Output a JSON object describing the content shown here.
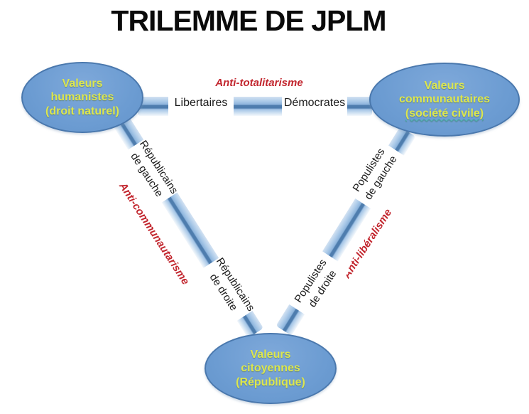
{
  "title": "TRILEMME DE JPLM",
  "nodes": {
    "humanistes": {
      "line1": "Valeurs",
      "line2": "humanistes",
      "line3": "(droit naturel)"
    },
    "communautaires": {
      "line1": "Valeurs",
      "line2": "communautaires",
      "line3": "(société civile)"
    },
    "citoyennes": {
      "line1": "Valeurs",
      "line2": "citoyennes",
      "line3": "(République)"
    }
  },
  "edge_labels": {
    "libertaires": "Libertaires",
    "democrates": "Démocrates",
    "rep_gauche_1": "Républicains",
    "rep_gauche_2": "de gauche",
    "rep_droite_1": "Républicains",
    "rep_droite_2": "de droite",
    "pop_gauche_1": "Populistes",
    "pop_gauche_2": "de gauche",
    "pop_droite_1": "Populistes",
    "pop_droite_2": "de droite"
  },
  "tensions": {
    "top": "Anti-totalitarisme",
    "left": "Anti-communautarisme",
    "right": "Anti-libéralisme"
  },
  "colors": {
    "title-text": "#0a0a0a",
    "node-fill": "#6c9cd2",
    "node-fill-light": "#7fa9da",
    "node-border": "#4a78ad",
    "node-text": "#dce64f",
    "label-text": "#1a1a1a",
    "tension-text": "#c2262e",
    "band-stripe": "#4e7dae"
  }
}
